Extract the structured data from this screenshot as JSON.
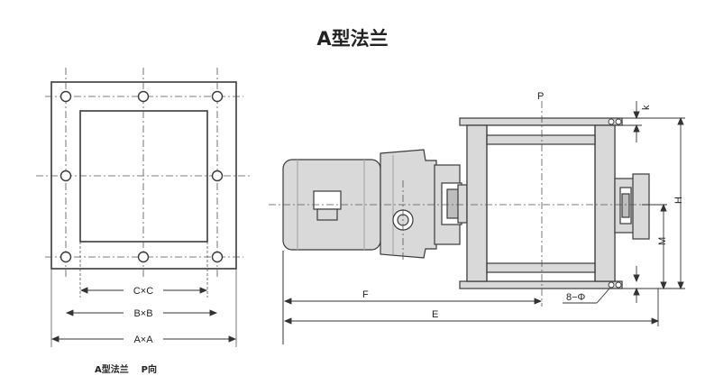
{
  "title": "A型法兰",
  "flange_view_caption": "A型法兰    P向",
  "labels": {
    "cxc": "C×C",
    "bxb": "B×B",
    "axa": "A×A",
    "p": "P",
    "k": "k",
    "h": "H",
    "m": "M",
    "f": "F",
    "e": "E",
    "bolt": "8−Φ"
  },
  "colors": {
    "line": "#3a3a3a",
    "fill": "#d9d9d9",
    "fill_dark": "#bdbdbd",
    "centerline": "#555555"
  }
}
